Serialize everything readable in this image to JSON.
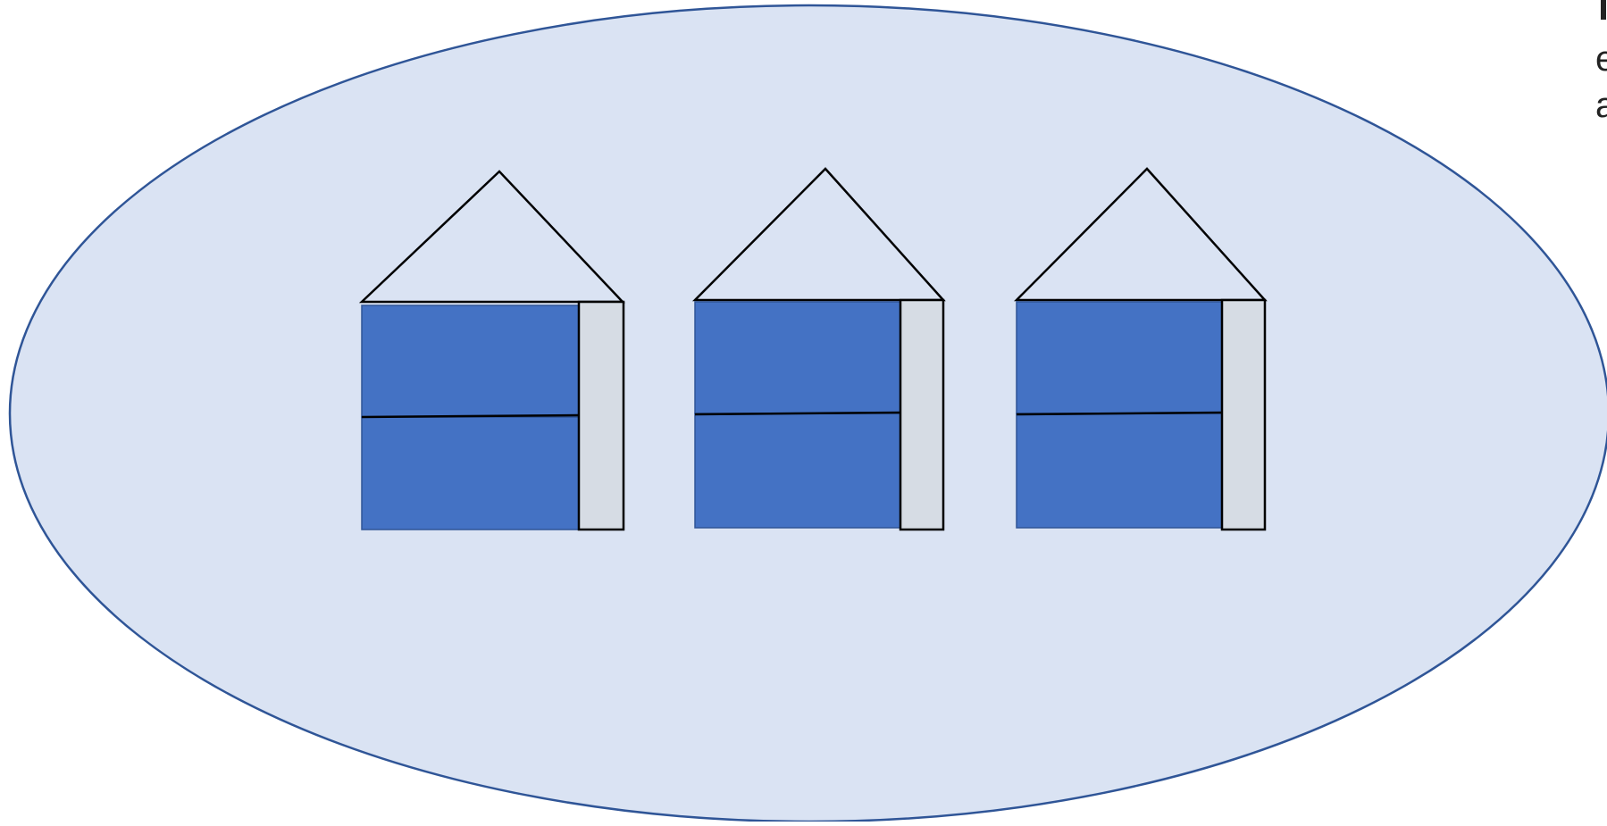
{
  "colors": {
    "background": "#ffffff",
    "ellipse_fill": "#dae3f3",
    "ellipse_stroke": "#2f5597",
    "house_body": "#4472c4",
    "house_body_stroke": "#2f5597",
    "side_panel": "#d6dce4",
    "outline": "#000000"
  },
  "diagram": {
    "shapes": [
      {
        "name": "background-ellipse",
        "shape": "ellipse"
      },
      {
        "name": "house-1",
        "parts": [
          "roof-triangle",
          "body-upper",
          "body-lower",
          "side-panel"
        ]
      },
      {
        "name": "house-2",
        "parts": [
          "roof-triangle",
          "body-upper",
          "body-lower",
          "side-panel"
        ]
      },
      {
        "name": "house-3",
        "parts": [
          "roof-triangle",
          "body-upper",
          "body-lower",
          "side-panel"
        ]
      }
    ]
  },
  "cropped_text": {
    "line1": "",
    "line2": "e",
    "line3": "a"
  }
}
